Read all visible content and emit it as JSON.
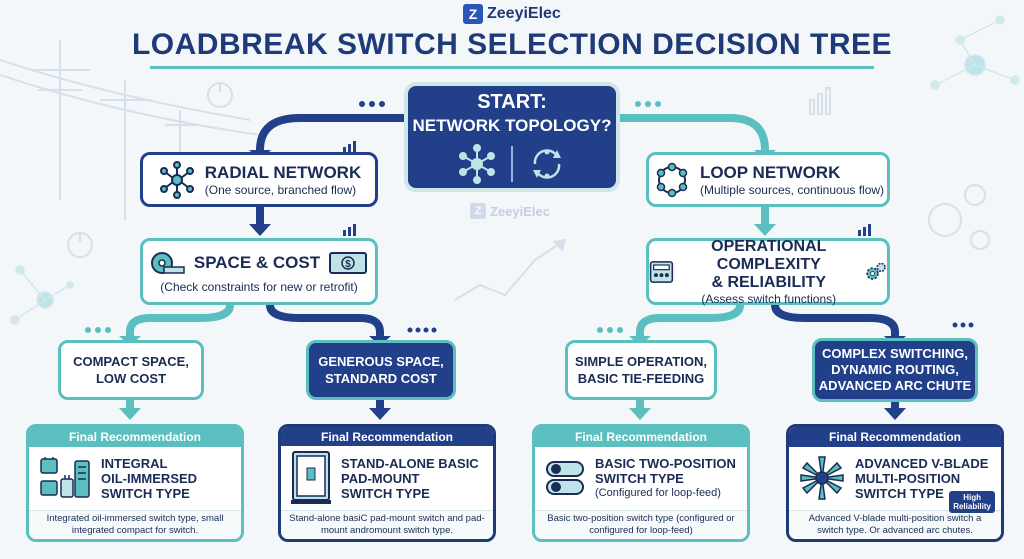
{
  "brand": {
    "logo_letter": "Z",
    "name": "ZeeyiElec"
  },
  "title": "LOADBREAK SWITCH SELECTION DECISION TREE",
  "watermark": "ZeeyiElec",
  "start": {
    "line1": "START:",
    "line2": "NETWORK TOPOLOGY?"
  },
  "radial": {
    "title": "RADIAL NETWORK",
    "subtitle": "(One source, branched flow)"
  },
  "loop": {
    "title": "LOOP NETWORK",
    "subtitle": "(Multiple sources, continuous flow)"
  },
  "space_cost": {
    "title": "SPACE & COST",
    "subtitle": "(Check constraints for new or retrofit)"
  },
  "operational": {
    "title_line1": "OPERATIONAL COMPLEXITY",
    "title_line2": "& RELIABILITY",
    "subtitle": "(Assess switch functions)"
  },
  "branches": {
    "compact": {
      "line1": "COMPACT SPACE,",
      "line2": "LOW COST"
    },
    "generous": {
      "line1": "GENEROUS SPACE,",
      "line2": "STANDARD COST"
    },
    "simple": {
      "line1": "SIMPLE OPERATION,",
      "line2": "BASIC TIE-FEEDING"
    },
    "complex": {
      "line1": "COMPLEX SWITCHING,",
      "line2": "DYNAMIC ROUTING,",
      "line3": "ADVANCED ARC CHUTE"
    }
  },
  "recommendations": [
    {
      "bar": "Final Recommendation",
      "lines": [
        "INTEGRAL",
        "OIL-IMMERSED",
        "SWITCH TYPE"
      ],
      "note": "",
      "foot": "Integrated oil-immersed switch type, small integrated compact for switch."
    },
    {
      "bar": "Final Recommendation",
      "lines": [
        "STAND-ALONE BASIC",
        "PAD-MOUNT",
        "SWITCH TYPE"
      ],
      "note": "",
      "foot": "Stand-alone basiC pad-mount switch and pad-mount andromount switch type."
    },
    {
      "bar": "Final Recommendation",
      "lines": [
        "BASIC TWO-POSITION",
        "SWITCH TYPE"
      ],
      "note": "(Configured for loop-feed)",
      "foot": "Basic two-position switch type (configured or configured for loop-feed)"
    },
    {
      "bar": "Final Recommendation",
      "lines": [
        "ADVANCED V-BLADE",
        "MULTI-POSITION",
        "SWITCH TYPE"
      ],
      "note": "",
      "foot": "Advanced V-blade multi-position switch a switch type. Or advanced arc chutes."
    }
  ],
  "badge": {
    "line1": "High",
    "line2": "Reliability"
  },
  "colors": {
    "navy": "#223f8a",
    "teal": "#5cbfbf",
    "dark_text": "#1a2b55",
    "background": "#f4f7f9"
  },
  "icons": [
    "network-hub-icon",
    "refresh-loop-icon",
    "ring-network-icon",
    "tape-measure-icon",
    "money-icon",
    "control-panel-icon",
    "gears-icon",
    "oil-switch-icon",
    "pad-mount-cabinet-icon",
    "toggle-switch-icon",
    "v-blade-icon"
  ]
}
